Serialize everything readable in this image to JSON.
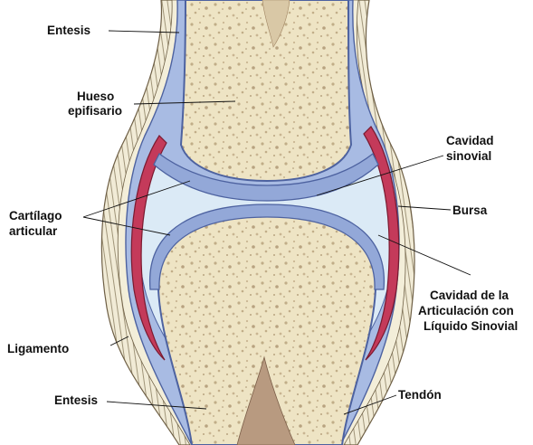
{
  "diagram": {
    "labels": {
      "entesis_top": "Entesis",
      "hueso_1": "Hueso",
      "hueso_2": "epifisario",
      "cavidad_sinovial_1": "Cavidad",
      "cavidad_sinovial_2": "sinovial",
      "cartilago_1": "Cartílago",
      "cartilago_2": "articular",
      "bursa": "Bursa",
      "cav_art_1": "Cavidad de la",
      "cav_art_2": "Articulación con",
      "cav_art_3": "Líquido Sinovial",
      "ligamento": "Ligamento",
      "entesis_bottom": "Entesis",
      "tendon": "Tendón"
    },
    "colors": {
      "bone": "#eee4c4",
      "bone_speckle": "#b8a380",
      "cartilage": "#93a8d8",
      "cartilage_edge": "#5b6fa8",
      "synovial_fluid": "#d8e9f5",
      "bursa_red": "#c43a5a",
      "capsule": "#f1ebd6",
      "fiber": "#7c6f55",
      "marrow": "#b89a80"
    }
  }
}
